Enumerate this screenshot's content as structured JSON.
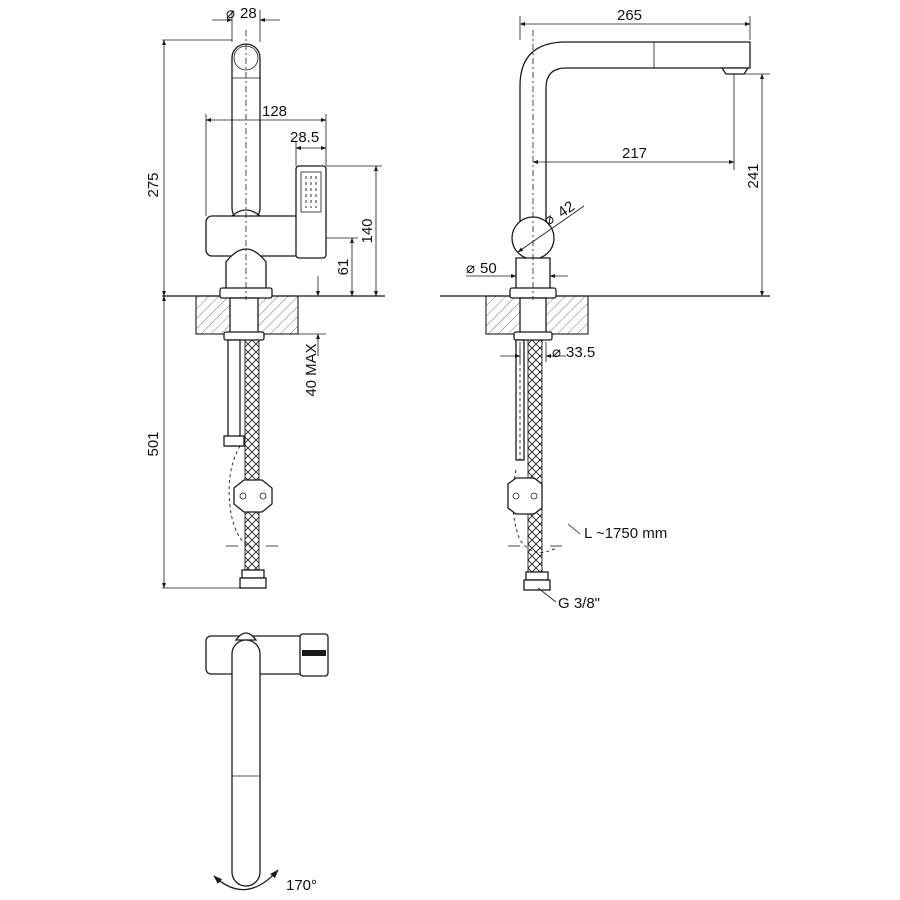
{
  "dimensions": {
    "spout_diameter": "28",
    "height_275": "275",
    "handle_reach": "128",
    "handle_width": "28.5",
    "height_140": "140",
    "height_61": "61",
    "worktop_max": "40 MAX",
    "hose_501": "501",
    "reach_265": "265",
    "reach_217": "217",
    "height_241": "241",
    "body_diameter_42": "42",
    "base_diameter_50": "50",
    "shank_diameter": "33.5",
    "hose_length": "L ~1750 mm",
    "connection": "G 3/8\"",
    "swivel_angle": "170°"
  },
  "symbols": {
    "diameter": "⌀"
  }
}
